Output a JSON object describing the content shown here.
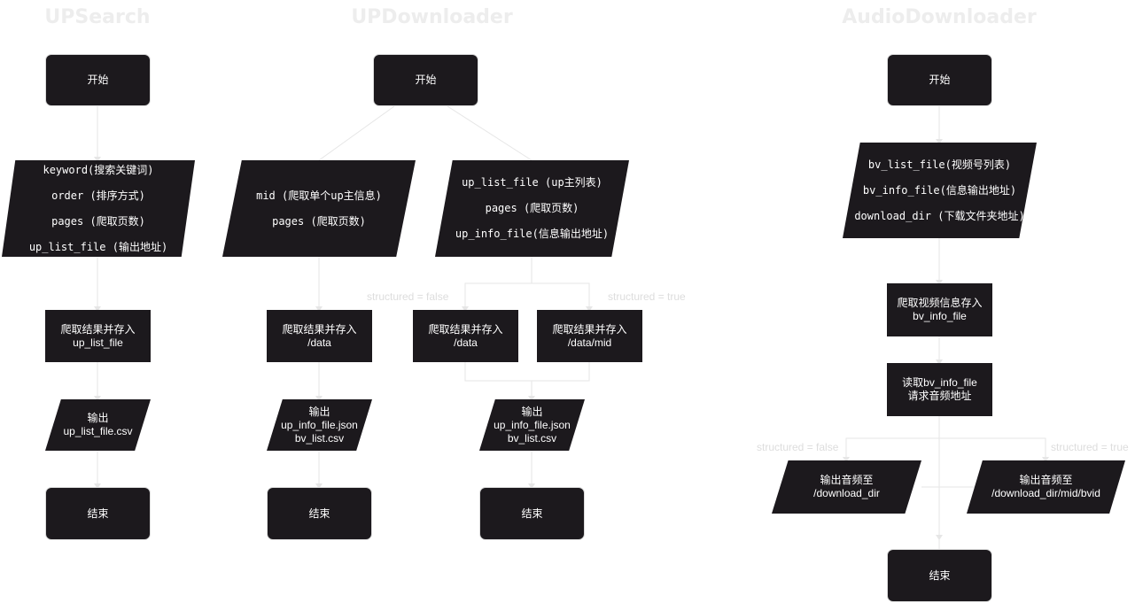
{
  "columns": {
    "upsearch": {
      "title": "UPSearch",
      "start": "开始",
      "inputs": [
        "keyword(搜索关键词)",
        "order (排序方式)",
        "pages (爬取页数)",
        "up_list_file (输出地址)"
      ],
      "process": [
        "爬取结果并存入",
        "up_list_file"
      ],
      "output": [
        "输出",
        "up_list_file.csv"
      ],
      "end": "结束"
    },
    "updownloader": {
      "title": "UPDownloader",
      "start": "开始",
      "mid_inputs": [
        "mid (爬取单个up主信息)",
        "pages (爬取页数)"
      ],
      "mid_process": [
        "爬取结果并存入",
        "/data"
      ],
      "mid_output": [
        "输出",
        "up_info_file.json",
        "bv_list.csv"
      ],
      "mid_end": "结束",
      "list_inputs": [
        "up_list_file (up主列表)",
        "pages (爬取页数)",
        "up_info_file(信息输出地址)"
      ],
      "branch_false_label": "structured = false",
      "branch_true_label": "structured = true",
      "list_process_false": [
        "爬取结果并存入",
        "/data"
      ],
      "list_process_true": [
        "爬取结果并存入",
        "/data/mid"
      ],
      "list_output": [
        "输出",
        "up_info_file.json",
        "bv_list.csv"
      ],
      "list_end": "结束"
    },
    "audiodownloader": {
      "title": "AudioDownloader",
      "start": "开始",
      "inputs": [
        "bv_list_file(视频号列表)",
        "bv_info_file(信息输出地址)",
        "download_dir (下载文件夹地址)"
      ],
      "process1": [
        "爬取视频信息存入",
        "bv_info_file"
      ],
      "process2": [
        "读取bv_info_file",
        "请求音频地址"
      ],
      "branch_false_label": "structured = false",
      "branch_true_label": "structured = true",
      "output_false": [
        "输出音频至",
        "/download_dir"
      ],
      "output_true": [
        "输出音频至",
        "/download_dir/mid/bvid"
      ],
      "end": "结束"
    }
  },
  "colors": {
    "node_fill": "#1c191d",
    "node_text": "#ffffff",
    "connector": "#e6e6e6",
    "title": "#ededed",
    "edge_label": "#dddddd"
  }
}
